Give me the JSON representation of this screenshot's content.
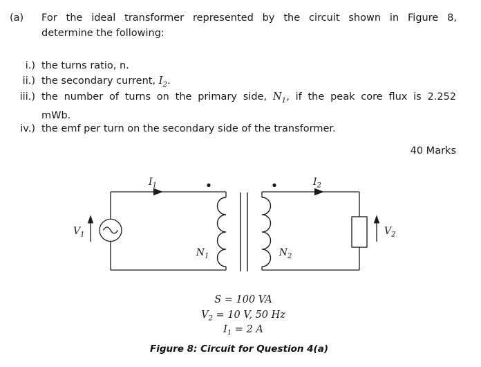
{
  "question": {
    "part_label": "(a)",
    "intro_line1": "For the ideal transformer represented by the circuit shown in Figure 8,",
    "intro_line2": "determine the following:",
    "items": [
      {
        "num": "i.)",
        "pre": "the turns ratio, n.",
        "var": "",
        "sub": "",
        "post": "",
        "line2": ""
      },
      {
        "num": "ii.)",
        "pre": "the secondary current, ",
        "var": "I",
        "sub": "2",
        "post": ".",
        "line2": ""
      },
      {
        "num": "iii.)",
        "pre": "the number of turns on the primary side, ",
        "var": "N",
        "sub": "1",
        "post": ", if the peak core flux is 2.252",
        "line2": "mWb."
      },
      {
        "num": "iv.)",
        "pre": "the emf per turn on the secondary side of the transformer.",
        "var": "",
        "sub": "",
        "post": "",
        "line2": ""
      }
    ],
    "marks": "40 Marks"
  },
  "figure": {
    "labels": {
      "i1": {
        "base": "I",
        "sub": "1"
      },
      "i2": {
        "base": "I",
        "sub": "2"
      },
      "v1": {
        "base": "V",
        "sub": "1"
      },
      "v2": {
        "base": "V",
        "sub": "2"
      },
      "n1": {
        "base": "N",
        "sub": "1"
      },
      "n2": {
        "base": "N",
        "sub": "2"
      }
    },
    "params": [
      {
        "pre": "S = 100 VA",
        "sub": "",
        "post": ""
      },
      {
        "pre": "V",
        "sub": "2",
        "post": " = 10 V, 50 Hz"
      },
      {
        "pre": "I",
        "sub": "1",
        "post": " = 2 A"
      }
    ],
    "caption": "Figure 8: Circuit for Question 4(a)",
    "colors": {
      "ink": "#1a1a1a",
      "background": "#ffffff"
    }
  }
}
